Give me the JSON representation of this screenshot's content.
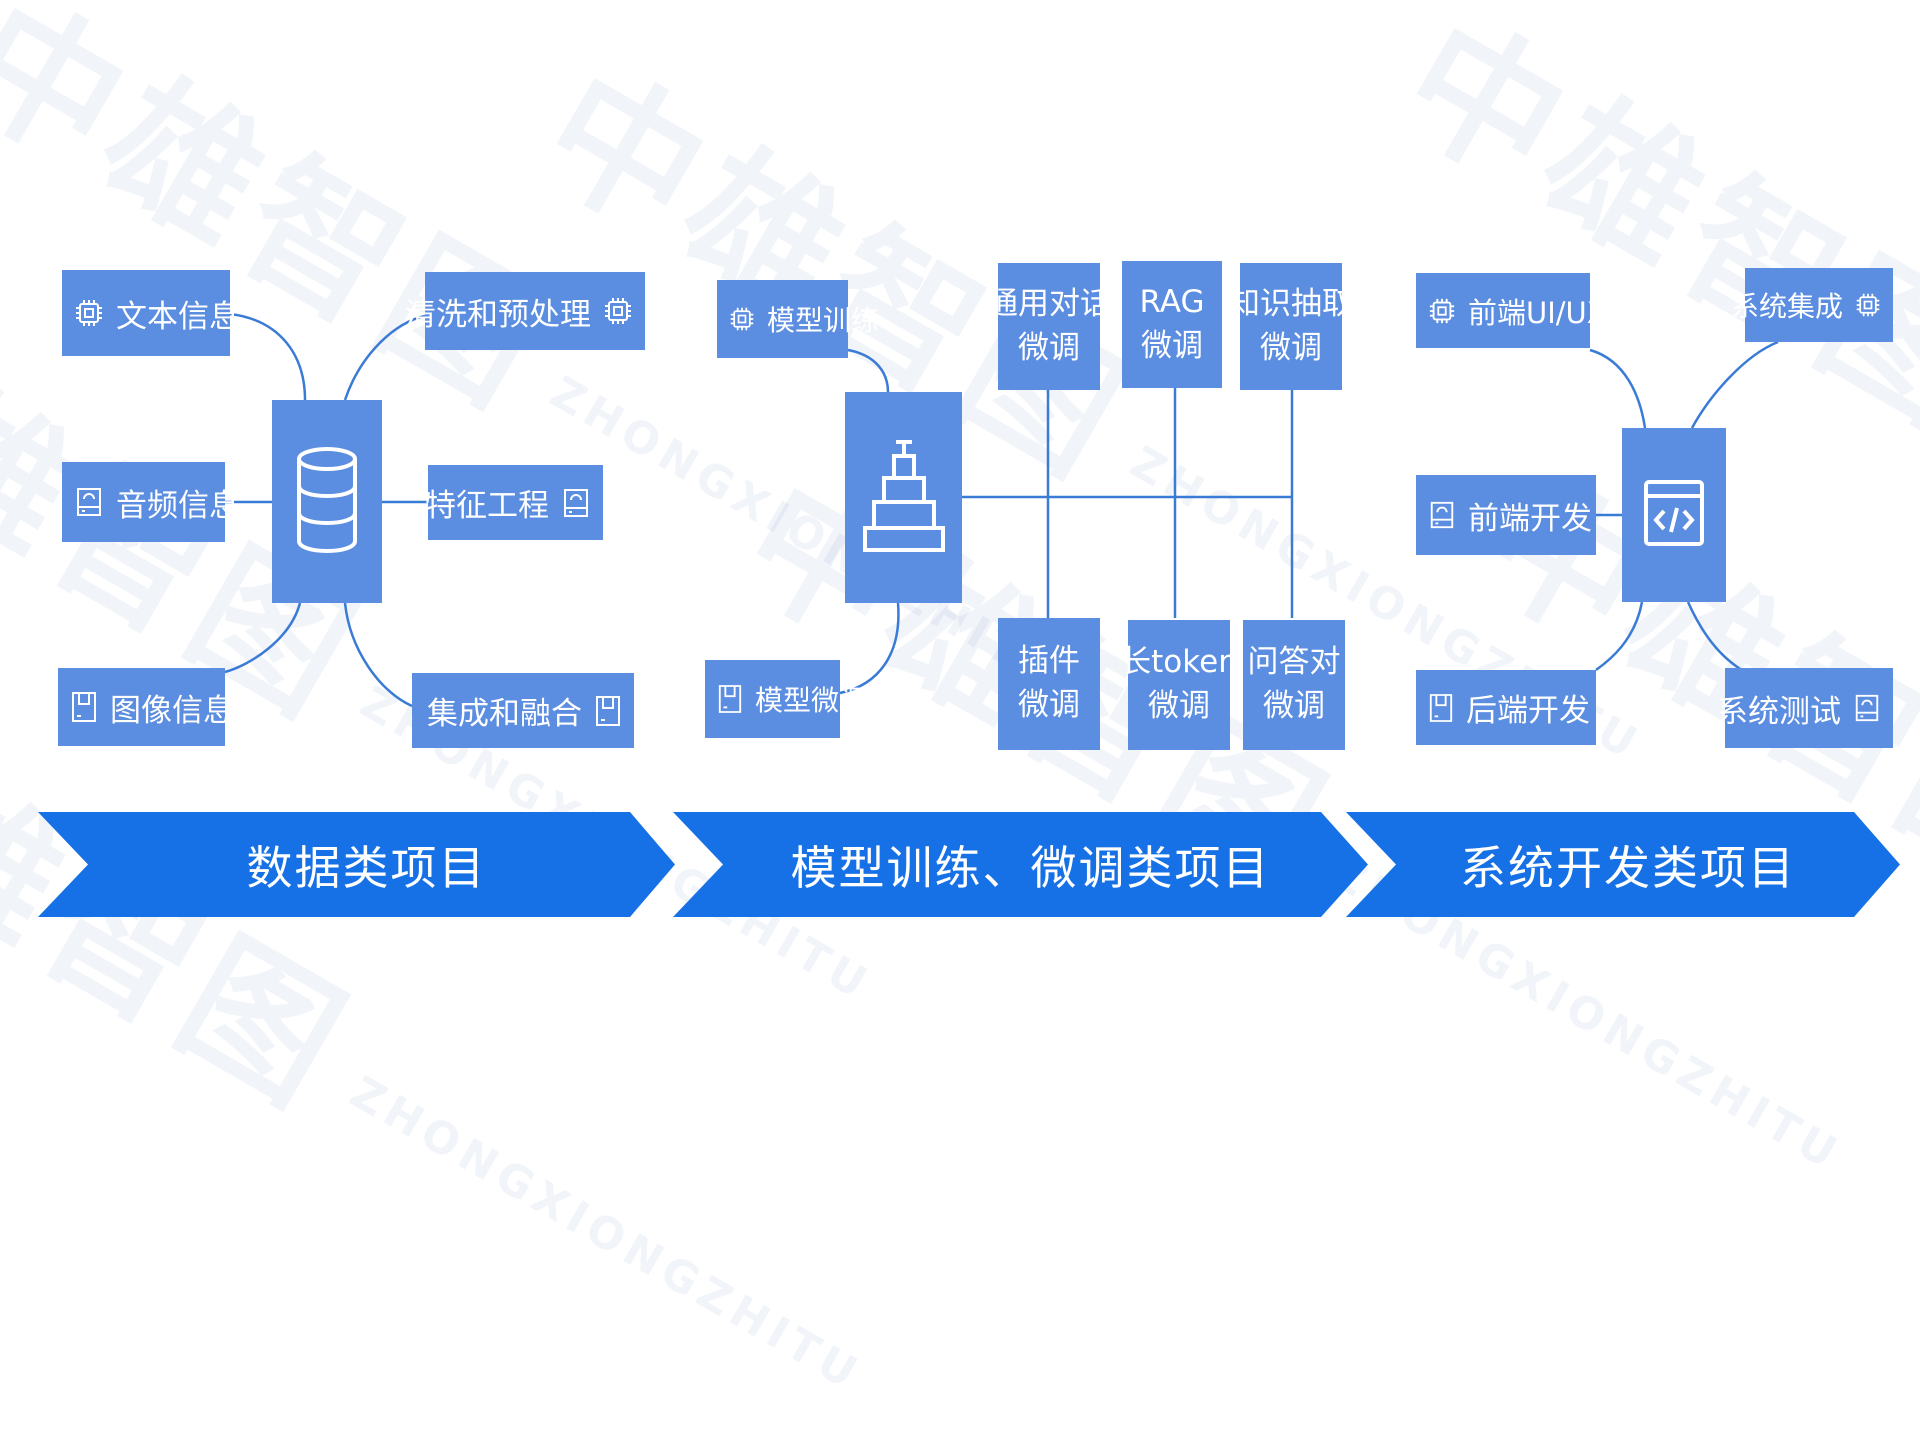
{
  "watermark": {
    "cn": "中雄智图",
    "en": "ZHONGXIONGZHITU"
  },
  "sections": {
    "data": {
      "hub_icon": "database-icon",
      "nodes": [
        {
          "label": "文本信息",
          "icon": "chip-icon"
        },
        {
          "label": "音频信息",
          "icon": "lock-drive-icon"
        },
        {
          "label": "图像信息",
          "icon": "floppy-icon"
        },
        {
          "label": "清洗和预处理",
          "icon": "chip-icon"
        },
        {
          "label": "特征工程",
          "icon": "lock-drive-icon"
        },
        {
          "label": "集成和融合",
          "icon": "floppy-icon"
        }
      ]
    },
    "model": {
      "hub_icon": "pyramid-icon",
      "nodes": [
        {
          "label": "模型训练",
          "icon": "chip-icon"
        },
        {
          "label": "模型微调",
          "icon": "floppy-icon"
        }
      ],
      "grid_top": [
        {
          "line1": "通用对话",
          "line2": "微调"
        },
        {
          "line1": "RAG",
          "line2": "微调"
        },
        {
          "line1": "知识抽取",
          "line2": "微调"
        }
      ],
      "grid_bottom": [
        {
          "line1": "插件",
          "line2": "微调"
        },
        {
          "line1": "长token",
          "line2": "微调"
        },
        {
          "line1": "问答对",
          "line2": "微调"
        }
      ]
    },
    "system": {
      "hub_icon": "code-window-icon",
      "nodes": [
        {
          "label": "前端UI/UX",
          "icon": "chip-icon"
        },
        {
          "label": "前端开发",
          "icon": "lock-drive-icon"
        },
        {
          "label": "后端开发",
          "icon": "floppy-icon"
        },
        {
          "label": "系统集成",
          "icon": "chip-icon"
        },
        {
          "label": "系统测试",
          "icon": "lock-drive-icon"
        }
      ]
    }
  },
  "banners": [
    "数据类项目",
    "模型训练、微调类项目",
    "系统开发类项目"
  ],
  "colors": {
    "node": "#5b8de0",
    "banner": "#1771e6",
    "line": "#3a7bd5"
  }
}
